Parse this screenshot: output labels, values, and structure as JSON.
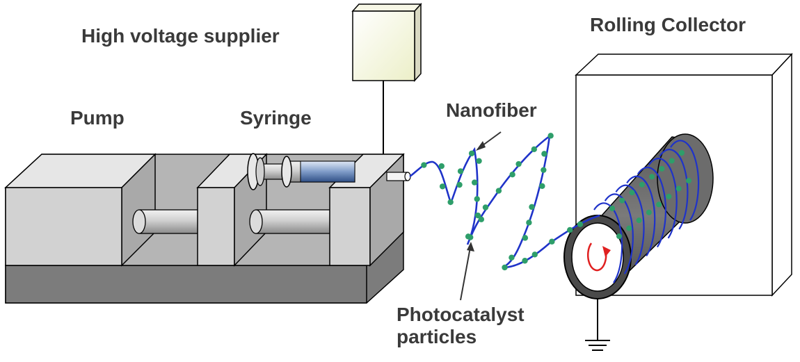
{
  "labels": {
    "high_voltage": "High voltage supplier",
    "rolling_collector": "Rolling Collector",
    "pump": "Pump",
    "syringe": "Syringe",
    "nanofiber": "Nanofiber",
    "photocatalyst_line1": "Photocatalyst",
    "photocatalyst_line2": "particles"
  },
  "colors": {
    "fiber": "#1f33c9",
    "particle": "#2e9e6a",
    "rotation_arrow": "#e02020",
    "solution": "#5b7bb3",
    "label_text": "#3a3a3a"
  }
}
